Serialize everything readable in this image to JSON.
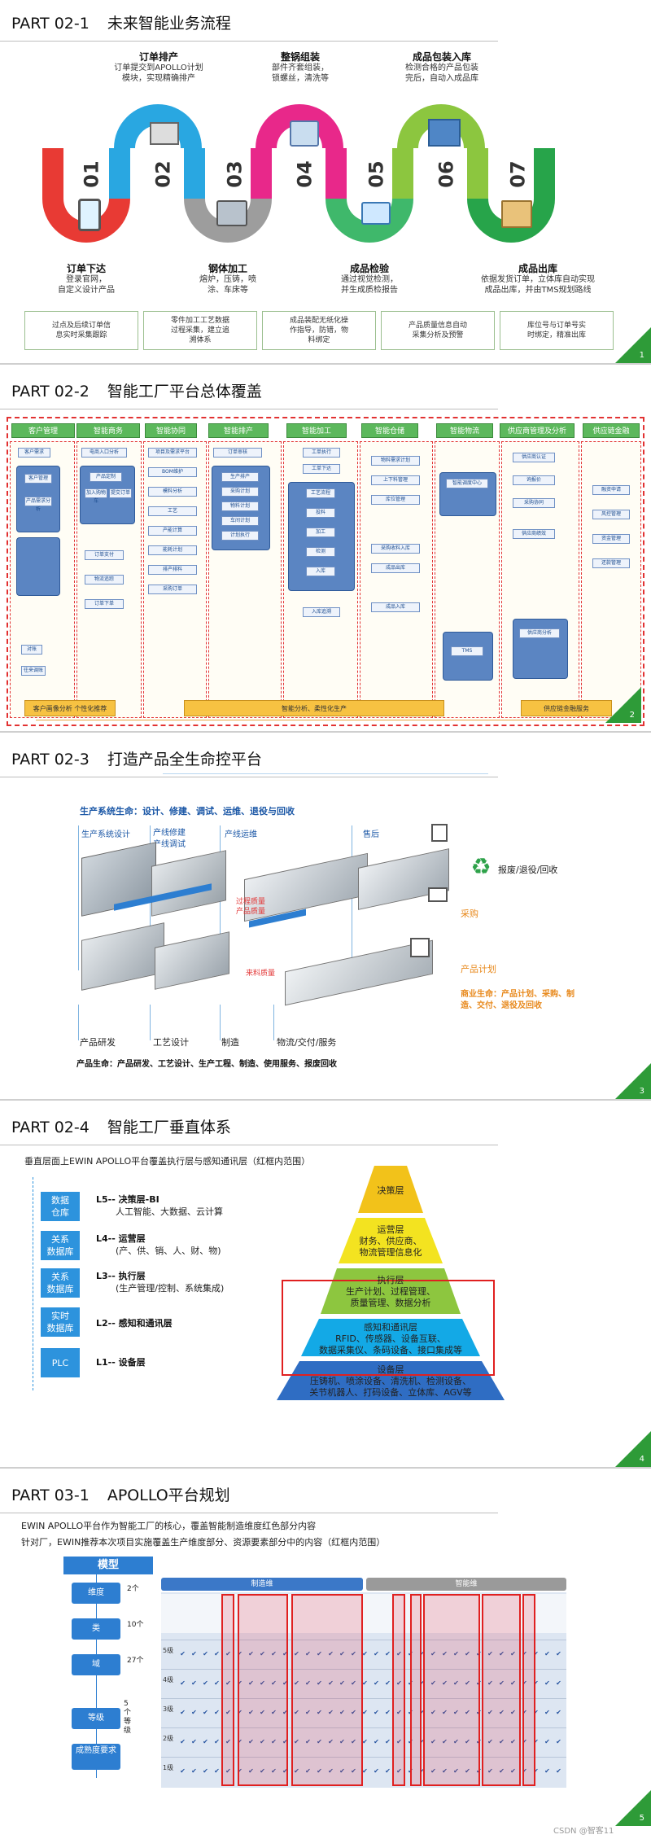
{
  "slide1": {
    "title_num": "PART 02-1",
    "title": "未来智能业务流程",
    "page": "1",
    "steps_top": [
      {
        "no": "02",
        "name": "订单排产",
        "desc": [
          "订单提交到APOLLO计划",
          "模块，实现精确排产"
        ],
        "color": "#29a7e1"
      },
      {
        "no": "04",
        "name": "整锅组装",
        "desc": [
          "部件齐套组装，",
          "锁螺丝，清洗等"
        ],
        "color": "#e8288a"
      },
      {
        "no": "06",
        "name": "成品包装入库",
        "desc": [
          "检测合格的产品包装",
          "完后，自动入成品库"
        ],
        "color": "#8cc63f"
      }
    ],
    "steps_bottom": [
      {
        "no": "01",
        "name": "订单下达",
        "desc": [
          "登录官网，",
          "自定义设计产品"
        ],
        "color": "#e83a34"
      },
      {
        "no": "03",
        "name": "钢体加工",
        "desc": [
          "熔炉，压铸，喷",
          "涂、车床等"
        ],
        "color": "#9d9d9d"
      },
      {
        "no": "05",
        "name": "成品检验",
        "desc": [
          "通过视觉检测，",
          "并生成质检报告"
        ],
        "color": "#3fb86b"
      },
      {
        "no": "07",
        "name": "成品出库",
        "desc": [
          "依据发货订单，立体库自动实现",
          "成品出库，并由TMS规划路线"
        ],
        "color": "#27a44a"
      }
    ],
    "chevrons": [
      [
        "过点及后续订单信",
        "息实时采集跟踪"
      ],
      [
        "零件加工工艺数据",
        "过程采集，建立追",
        "溯体系"
      ],
      [
        "成品装配无纸化操",
        "作指导，防错，物",
        "料绑定"
      ],
      [
        "产品质量信息自动",
        "采集分析及预警"
      ],
      [
        "库位号与订单号实",
        "时绑定，精准出库"
      ]
    ]
  },
  "slide2": {
    "title_num": "PART 02-2",
    "title": "智能工厂平台总体覆盖",
    "page": "2",
    "headers": [
      "客户管理",
      "智能商务",
      "智能协同",
      "智能排产",
      "智能加工",
      "智能仓储",
      "智能物流",
      "供应商管理及分析",
      "供应链金融"
    ],
    "cells": {
      "c1": [
        "客户需求",
        "客户管理",
        "产品需求分析",
        "对账",
        "往来调账"
      ],
      "c2": [
        "电商入口分析",
        "产品定制",
        "加入购物车",
        "提交订单",
        "订单支付",
        "物流追踪",
        "订单下单"
      ],
      "c3": [
        "项目及需求平台",
        "BOM维护",
        "模料分析",
        "工艺",
        "产能计算",
        "能耗计划",
        "排产排料",
        "采购订单"
      ],
      "c4": [
        "订单审核",
        "生产排产",
        "采购计划",
        "物料计划",
        "车间计划",
        "计划执行"
      ],
      "c5": [
        "工单执行",
        "工单下达",
        "工艺流程",
        "投料",
        "加工",
        "检测",
        "入库",
        "入库追溯"
      ],
      "c6": [
        "物料需求计划",
        "上下料管理",
        "库位管理",
        "采购收料入库",
        "成品出库",
        "成品入库"
      ],
      "c7": [
        "智能调度中心",
        "TMS"
      ],
      "c8": [
        "供应商认证",
        "询报价",
        "采购协同",
        "供应商绩效",
        "供应商分析"
      ],
      "c9": [
        "融资申请",
        "风控管理",
        "资金管理",
        "还款管理"
      ]
    },
    "bottom": [
      "客户画像分析 个性化推荐",
      "智能分析、柔性化生产",
      "供应链金融服务"
    ]
  },
  "slide3": {
    "title_num": "PART 02-3",
    "title": "打造产品全生命控平台",
    "page": "3",
    "header_line": "生产系统生命：设计、修建、调试、运维、退役与回收",
    "stage_top": [
      "生产系统设计",
      "产线修建",
      "产线调试",
      "产线运维",
      "售后"
    ],
    "stage_bottom": [
      "产品研发",
      "工艺设计",
      "制造",
      "物流/交付/服务"
    ],
    "red_labels": [
      "过程质量",
      "产品质量",
      "来料质量"
    ],
    "orange_labels": [
      "采购",
      "产品计划"
    ],
    "recycle": "报废/退役/回收",
    "biz_life": [
      "商业生命：产品计划、采购、制",
      "造、交付、退役及回收"
    ],
    "product_life": "产品生命：产品研发、工艺设计、生产工程、制造、使用服务、报废回收"
  },
  "slide4": {
    "title_num": "PART 02-4",
    "title": "智能工厂垂直体系",
    "page": "4",
    "subtitle": "垂直层面上EWIN APOLLO平台覆盖执行层与感知通讯层（红框内范围）",
    "left": [
      {
        "box": [
          "数据",
          "仓库"
        ],
        "lvl": "L5-- 决策层-BI",
        "sub": "人工智能、大数据、云计算"
      },
      {
        "box": [
          "关系",
          "数据库"
        ],
        "lvl": "L4-- 运营层",
        "sub": "(产、供、销、人、财、物)"
      },
      {
        "box": [
          "关系",
          "数据库"
        ],
        "lvl": "L3-- 执行层",
        "sub": "(生产管理/控制、系统集成)"
      },
      {
        "box": [
          "实时",
          "数据库"
        ],
        "lvl": "L2-- 感知和通讯层",
        "sub": ""
      },
      {
        "box": [
          "PLC"
        ],
        "lvl": "L1-- 设备层",
        "sub": ""
      }
    ],
    "pyramid": [
      {
        "name": "决策层",
        "lines": []
      },
      {
        "name": "运营层",
        "lines": [
          "财务、供应商、",
          "物流管理信息化"
        ]
      },
      {
        "name": "执行层",
        "lines": [
          "生产计划、过程管理、",
          "质量管理、数据分析"
        ]
      },
      {
        "name": "感知和通讯层",
        "lines": [
          "RFID、传感器、设备互联、",
          "数据采集仪、条码设备、接口集成等"
        ]
      },
      {
        "name": "设备层",
        "lines": [
          "压铸机、喷涂设备、清洗机、检测设备、",
          "关节机器人、打码设备、立体库、AGV等"
        ]
      }
    ]
  },
  "slide5": {
    "title_num": "PART 03-1",
    "title": "APOLLO平台规划",
    "page": "5",
    "line1": "EWIN APOLLO平台作为智能工厂的核心，覆盖智能制造维度红色部分内容",
    "line2": "针对厂，EWIN推荐本次项目实施覆盖生产维度部分、资源要素部分中的内容（红框内范围）",
    "model": "模型",
    "left_btns": [
      "维度",
      "类",
      "域",
      "等级",
      "成熟度要求"
    ],
    "counts": [
      "2个",
      "10个",
      "27个",
      "5个等级"
    ],
    "dims": [
      "制造维",
      "智能维"
    ],
    "rows": [
      "5级",
      "4级",
      "3级",
      "2级",
      "1级"
    ],
    "credit": "CSDN @智客11"
  }
}
